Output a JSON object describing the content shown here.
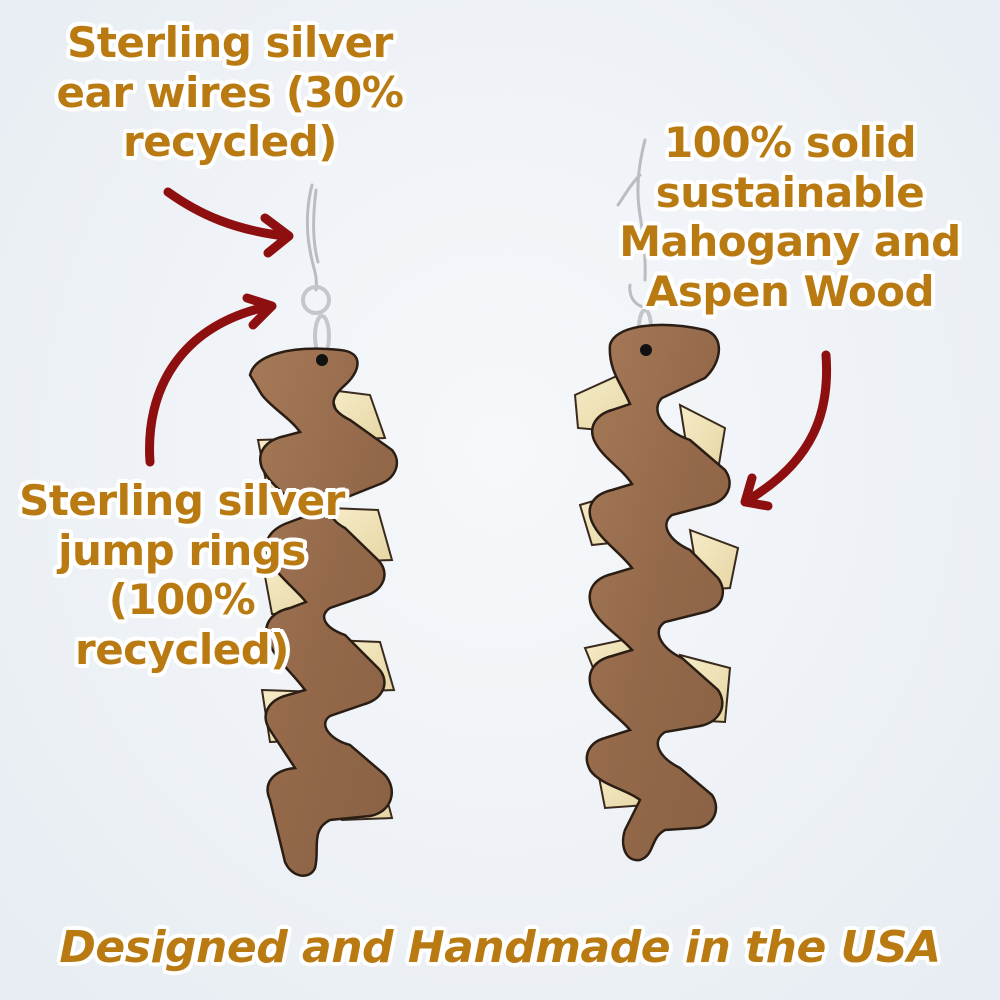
{
  "colors": {
    "background": "#eef2f6",
    "label_text": "#b97a12",
    "label_outline": "#ffffff",
    "arrow": "#8e0f0f",
    "mahogany": "#9a7050",
    "aspen": "#efe2b8",
    "silver": "#c9ccd0"
  },
  "labels": {
    "ear_wires": {
      "lines": [
        "Sterling silver",
        "ear wires (30%",
        "recycled)"
      ]
    },
    "wood": {
      "lines": [
        "100% solid",
        "sustainable",
        "Mahogany and",
        "Aspen Wood"
      ]
    },
    "jump_rings": {
      "lines": [
        "Sterling silver",
        "jump rings",
        "(100%",
        "recycled)"
      ]
    }
  },
  "footer": {
    "tagline": "Designed and Handmade in the USA"
  },
  "product": {
    "items": [
      {
        "name": "left-earring",
        "materials": [
          "mahogany",
          "aspen"
        ]
      },
      {
        "name": "right-earring",
        "materials": [
          "mahogany",
          "aspen"
        ]
      }
    ],
    "arrows": [
      {
        "name": "arrow-to-ear-wire"
      },
      {
        "name": "arrow-to-jump-ring"
      },
      {
        "name": "arrow-to-wood"
      }
    ]
  }
}
